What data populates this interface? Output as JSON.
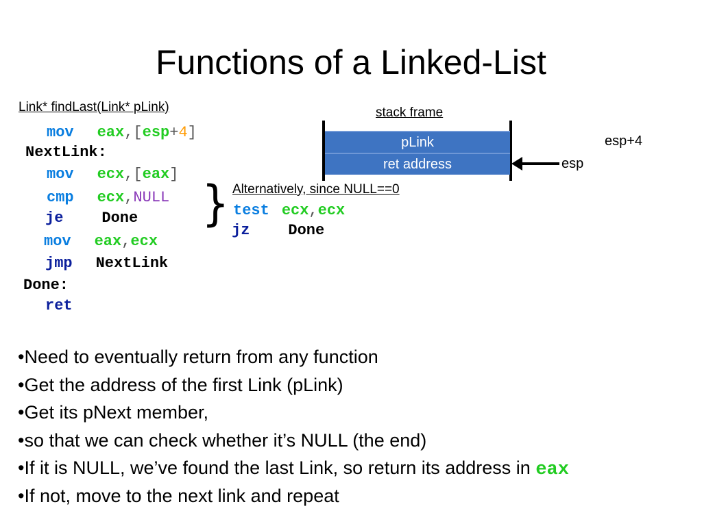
{
  "title": "Functions of a Linked-List",
  "function_signature": "Link* findLast(Link* pLink)",
  "code_lines": [
    {
      "op": "mov",
      "arg1": "eax",
      "sep": ",[",
      "arg2": "esp",
      "plus": "+",
      "num": "4",
      "close": "]"
    },
    {
      "label": "NextLink:"
    },
    {
      "op": "mov",
      "arg1": "ecx",
      "sep": ",[",
      "arg2": "eax",
      "close": "]"
    },
    {
      "op": "cmp",
      "arg1": "ecx",
      "sep": ",",
      "arg2": "NULL"
    },
    {
      "op": "je",
      "arg1": "Done"
    },
    {
      "op": "mov",
      "arg1": "eax",
      "sep": ",",
      "arg2": "ecx"
    },
    {
      "op": "jmp",
      "arg1": "NextLink"
    },
    {
      "label": "Done:"
    },
    {
      "op": "ret"
    }
  ],
  "alternative": {
    "heading": "Alternatively, since NULL==0",
    "line1": {
      "op": "test",
      "arg1": "ecx",
      "sep": ",",
      "arg2": "ecx"
    },
    "line2": {
      "op": "jz",
      "arg1": "Done"
    }
  },
  "stack": {
    "title": "stack frame",
    "cells": [
      "pLink",
      "ret address"
    ],
    "labels": {
      "upper": "esp+4",
      "lower": "esp"
    },
    "cell_color": "#3e74c2"
  },
  "bullets": [
    "Need to eventually return from any function",
    "Get the address of the first Link (pLink)",
    "Get its pNext member,",
    "so that we can check whether it’s NULL (the end)",
    "If it is NULL, we’ve found the last Link, so return its address in ",
    "If not, move to the next link and repeat"
  ],
  "bullet_inline_code": "eax",
  "bullet_marker": "•",
  "colors": {
    "op_mov": "#0a7ee0",
    "op_jump": "#0b1f9c",
    "register": "#22cc22",
    "number": "#ff9a00",
    "null_keyword": "#8a3ab9"
  }
}
